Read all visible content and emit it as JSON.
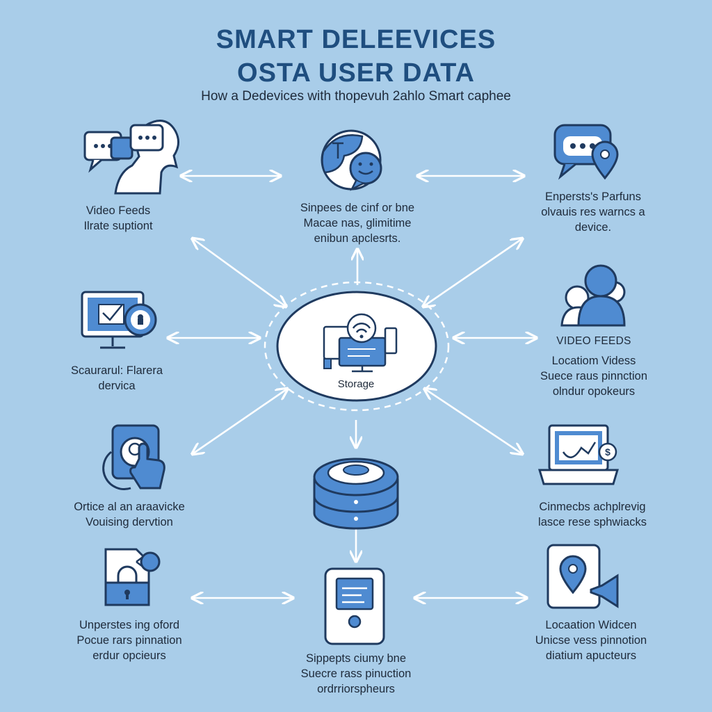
{
  "header": {
    "title_line1": "SMART DELEEVICES",
    "title_line2": "OSTA USER DATA",
    "subtitle": "How a Dedevices with thopevuh 2ahlo Smart caphee"
  },
  "hub": {
    "label": "Storage"
  },
  "nodes": {
    "top_left": {
      "lines": [
        "Video Feeds",
        "Ilrate suptiont"
      ]
    },
    "top_center": {
      "lines": [
        "Sinpees de cinf or bne",
        "Macae nas, glimitime",
        "enibun apclesrts."
      ]
    },
    "top_right": {
      "lines": [
        "Enpersts's Parfuns",
        "olvauis res warncs a",
        "device."
      ]
    },
    "mid_left": {
      "lines": [
        "Scaurarul: Flarera",
        "dervica"
      ]
    },
    "mid_right": {
      "heading": "VIDEO FEEDS",
      "lines": [
        "Locatiom Videss",
        "Suece raus pinnction",
        "olndur opokeurs"
      ]
    },
    "low_left": {
      "lines": [
        "Ortice al an araavicke",
        "Vouising dervtion"
      ]
    },
    "low_right": {
      "lines": [
        "Cinmecbs achplrevig",
        "lasce rese sphwiacks"
      ]
    },
    "bottom_left": {
      "lines": [
        "Unperstes ing oford",
        "Pocue rars pinnation",
        "erdur opcieurs"
      ]
    },
    "bottom_center": {
      "lines": [
        "Sippepts ciumy bne",
        "Suecre rass pinuction",
        "ordrriorspheurs"
      ]
    },
    "bottom_right": {
      "lines": [
        "Locaation Widcen",
        "Unicse vess pinnotion",
        "diatium apucteurs"
      ]
    }
  },
  "colors": {
    "background": "#a9cde9",
    "primary_blue": "#3e7cc4",
    "dark_navy": "#1f3a5f",
    "light_fill": "#ffffff",
    "title": "#1f4e7f"
  }
}
